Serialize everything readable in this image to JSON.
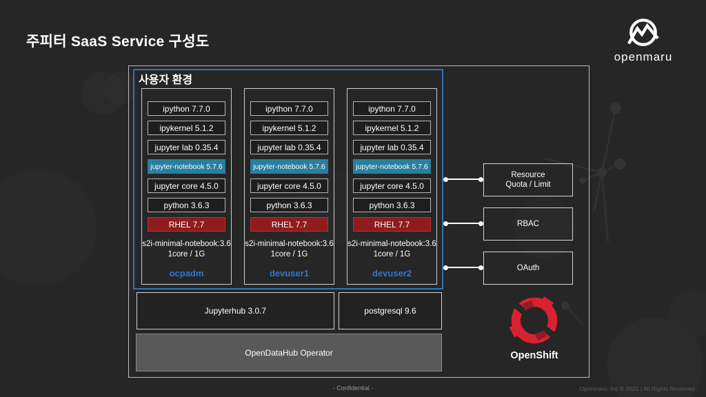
{
  "slide": {
    "title": "주피터 SaaS Service 구성도",
    "footer_center": "- Confidential -",
    "footer_right": "Openmaru, Inc © 2021 | All Rights Reserved."
  },
  "brand": {
    "openmaru_label": "openmaru",
    "openshift_label": "OpenShift"
  },
  "user_env": {
    "label": "사용자 환경",
    "columns": [
      {
        "user": "ocpadm",
        "image": "s2i-minimal-notebook:3.6\n1core / 1G",
        "items": [
          {
            "label": "ipython 7.7.0"
          },
          {
            "label": "ipykernel 5.1.2"
          },
          {
            "label": "jupyter lab 0.35.4"
          },
          {
            "label": "jupyter-notebook 5.7.6"
          },
          {
            "label": "jupyter core 4.5.0"
          },
          {
            "label": "python 3.6.3"
          },
          {
            "label": "RHEL 7.7"
          }
        ]
      },
      {
        "user": "devuser1",
        "image": "s2i-minimal-notebook:3.6\n1core / 1G",
        "items": [
          {
            "label": "ipython 7.7.0"
          },
          {
            "label": "ipykernel 5.1.2"
          },
          {
            "label": "jupyter lab 0.35.4"
          },
          {
            "label": "jupyter-notebook 5.7.6"
          },
          {
            "label": "jupyter core 4.5.0"
          },
          {
            "label": "python 3.6.3"
          },
          {
            "label": "RHEL 7.7"
          }
        ]
      },
      {
        "user": "devuser2",
        "image": "s2i-minimal-notebook:3.6\n1core / 1G",
        "items": [
          {
            "label": "ipython 7.7.0"
          },
          {
            "label": "ipykernel 5.1.2"
          },
          {
            "label": "jupyter lab 0.35.4"
          },
          {
            "label": "jupyter-notebook 5.7.6"
          },
          {
            "label": "jupyter core 4.5.0"
          },
          {
            "label": "python 3.6.3"
          },
          {
            "label": "RHEL 7.7"
          }
        ]
      }
    ]
  },
  "policies": [
    {
      "label": "Resource\nQuota / Limit"
    },
    {
      "label": "RBAC"
    },
    {
      "label": "OAuth"
    }
  ],
  "platform": {
    "jupyterhub": "Jupyterhub 3.0.7",
    "database": "postgresql 9.6",
    "operator": "OpenDataHub Operator"
  },
  "colors": {
    "accent_blue": "#2e75b6",
    "notebook_teal": "#2a7f9f",
    "rhel_red": "#8e1c1c",
    "openshift_red": "#d92231",
    "username_blue": "#2e79c9"
  }
}
